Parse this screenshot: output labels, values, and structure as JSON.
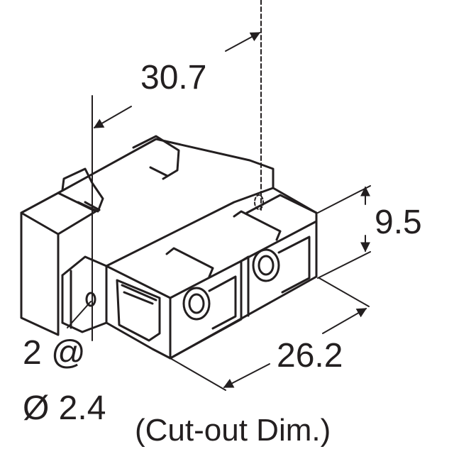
{
  "dimensions": {
    "overall_length": "30.7",
    "height": "9.5",
    "width": "26.2"
  },
  "notes": {
    "quantity": "2 @",
    "hole": "Ø 2.4",
    "cutout": "(Cut-out Dim.)"
  },
  "colors": {
    "line": "#231f20",
    "background": "#ffffff"
  }
}
